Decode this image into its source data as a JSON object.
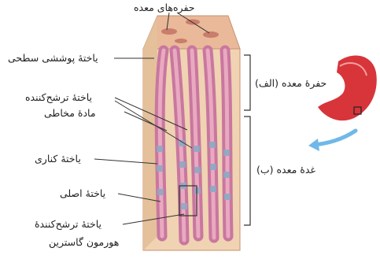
{
  "labels": {
    "gastric_pits": "حفره‌های معده",
    "surface_epithelial_cell": "یاختهٔ پوششی سطحی",
    "mucous_cell_line1": "یاختهٔ ترشح‌کننده",
    "mucous_cell_line2": "مادهٔ مخاطی",
    "parietal_cell": "یاختهٔ کناری",
    "chief_cell": "یاختهٔ اصلی",
    "gastrin_cell_line1": "یاختهٔ ترشح‌کنندهٔ",
    "gastrin_cell_line2": "هورمون گاسترین",
    "pit_alef": "حفرهٔ معده (الف)",
    "gland_be": "غدهٔ معده (ب)"
  },
  "colors": {
    "tissue_fill": "#f0d3b2",
    "tissue_side": "#e9c8a4",
    "epithelium": "#c9779f",
    "lumen": "#e9a9c0",
    "parietal_cells": "#8fa8c4",
    "arrow": "#6fb8e8",
    "stomach": "#d7353a"
  }
}
